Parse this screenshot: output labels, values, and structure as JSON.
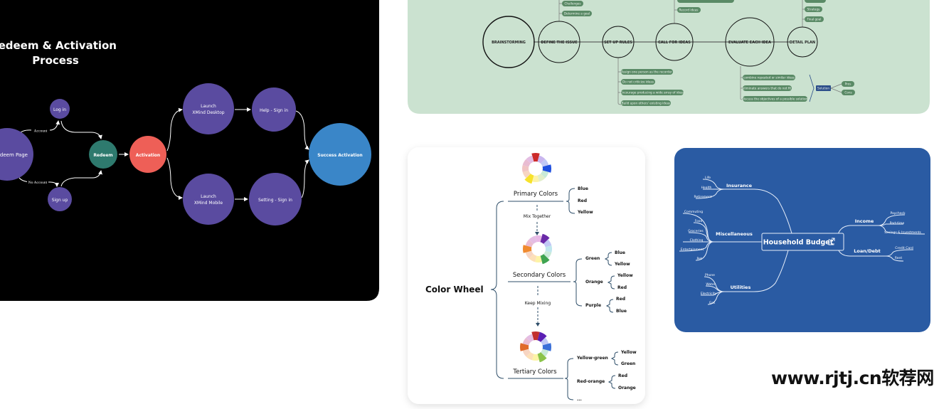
{
  "colors": {
    "dark_bg": "#000000",
    "purple": "#5a4ba0",
    "teal": "#2e7a6e",
    "red": "#ee5f57",
    "success": "#3a86c8",
    "green_bg": "#cbe2d0",
    "pill": "#5a8a66",
    "solution": "#2d4f8a",
    "blue_bg": "#2a5ba3"
  },
  "redeem": {
    "title_line1": "Redeem & Activation",
    "title_line2": "Process",
    "nodes": {
      "redeem_page": "Redeem Page",
      "log_in": "Log in",
      "sign_up": "Sign up",
      "redeem": "Redeem",
      "activation": "Activation",
      "desktop_1": "Launch",
      "desktop_2": "XMind Desktop",
      "mobile_1": "Launch",
      "mobile_2": "XMind Mobile",
      "help": "Help - Sign in",
      "setting": "Setting - Sign in",
      "success": "Success Activation"
    },
    "edges": {
      "account": "Account",
      "no_account": "No Account"
    }
  },
  "brainstorm": {
    "main": "BRAINSTORMING",
    "steps": [
      "DEFINE THE ISSUE",
      "SET UP RULES",
      "CALL FOR IDEAS",
      "EVALUATE EACH IDEA",
      "DETAIL PLAN"
    ],
    "define_items": [
      "Challenges",
      "Determine a goal"
    ],
    "call_items": [
      "Record ideas"
    ],
    "rules_items": [
      "Assign one person as the recorder",
      "Do not criticize ideas",
      "Encourage producing a wide array of ideas",
      "Build upon others' existing ideas"
    ],
    "evaluate_items": [
      "combine repeated or similar ideas",
      "eliminate answers that do not fit",
      "Discuss the objectives of a possible solution"
    ],
    "solution": "Solution",
    "solution_items": [
      "Pros",
      "Cons"
    ],
    "plan_items": [
      "Strategy",
      "Final goal"
    ]
  },
  "color_wheel": {
    "title": "Color Wheel",
    "primary": {
      "label": "Primary Colors",
      "items": [
        "Blue",
        "Red",
        "Yellow"
      ]
    },
    "mix_together": "Mix Together",
    "secondary": {
      "label": "Secondary Colors",
      "groups": [
        {
          "name": "Green",
          "items": [
            "Blue",
            "Yellow"
          ]
        },
        {
          "name": "Orange",
          "items": [
            "Yellow",
            "Red"
          ]
        },
        {
          "name": "Purple",
          "items": [
            "Red",
            "Blue"
          ]
        }
      ]
    },
    "keep_mixing": "Keep Mixing",
    "tertiary": {
      "label": "Tertiary Colors",
      "groups": [
        {
          "name": "Yellow-green",
          "items": [
            "Yellow",
            "Green"
          ]
        },
        {
          "name": "Red-orange",
          "items": [
            "Red",
            "Orange"
          ]
        }
      ],
      "more": "..."
    },
    "wheel_colors": [
      "#e8b9e6",
      "#c9b6ee",
      "#c0c8f5",
      "#bfe6ee",
      "#c9ead8",
      "#e2eec9",
      "#fdf3a6",
      "#fde0b8",
      "#f7d5c2",
      "#f1c4c4",
      "#e9bcd2",
      "#e4bde3"
    ],
    "primary_hl": {
      "0": "#cc2a2a",
      "3": "#1f4fe0",
      "7": "#f7e22b"
    },
    "secondary_hl": {
      "1": "#6a2aa8",
      "5": "#3fa451",
      "9": "#f08a2e"
    },
    "tertiary_hl": {
      "0": "#c22e2e",
      "1": "#5a1fb4",
      "3": "#3a6fd8",
      "5": "#8bc34a",
      "9": "#e06a2a"
    }
  },
  "budget": {
    "center": "Household Budget",
    "insurance": {
      "label": "Insurance",
      "items": [
        "Life",
        "Health",
        "Retirement"
      ]
    },
    "misc": {
      "label": "Miscellaneous",
      "items": [
        "Commuting",
        "Food",
        "Groceries",
        "Clothing",
        "Entertainment",
        "Pet"
      ]
    },
    "utilities": {
      "label": "Utilities",
      "items": [
        "Phone",
        "Water",
        "Electricity",
        "Gas"
      ]
    },
    "income": {
      "label": "Income",
      "items": [
        "Paycheck",
        "Part-time",
        "Savings & Investments"
      ]
    },
    "loan": {
      "label": "Loan/Debt",
      "items": [
        "Credit Card",
        "Rent"
      ]
    }
  },
  "watermark": "www.rjtj.cn软荐网"
}
